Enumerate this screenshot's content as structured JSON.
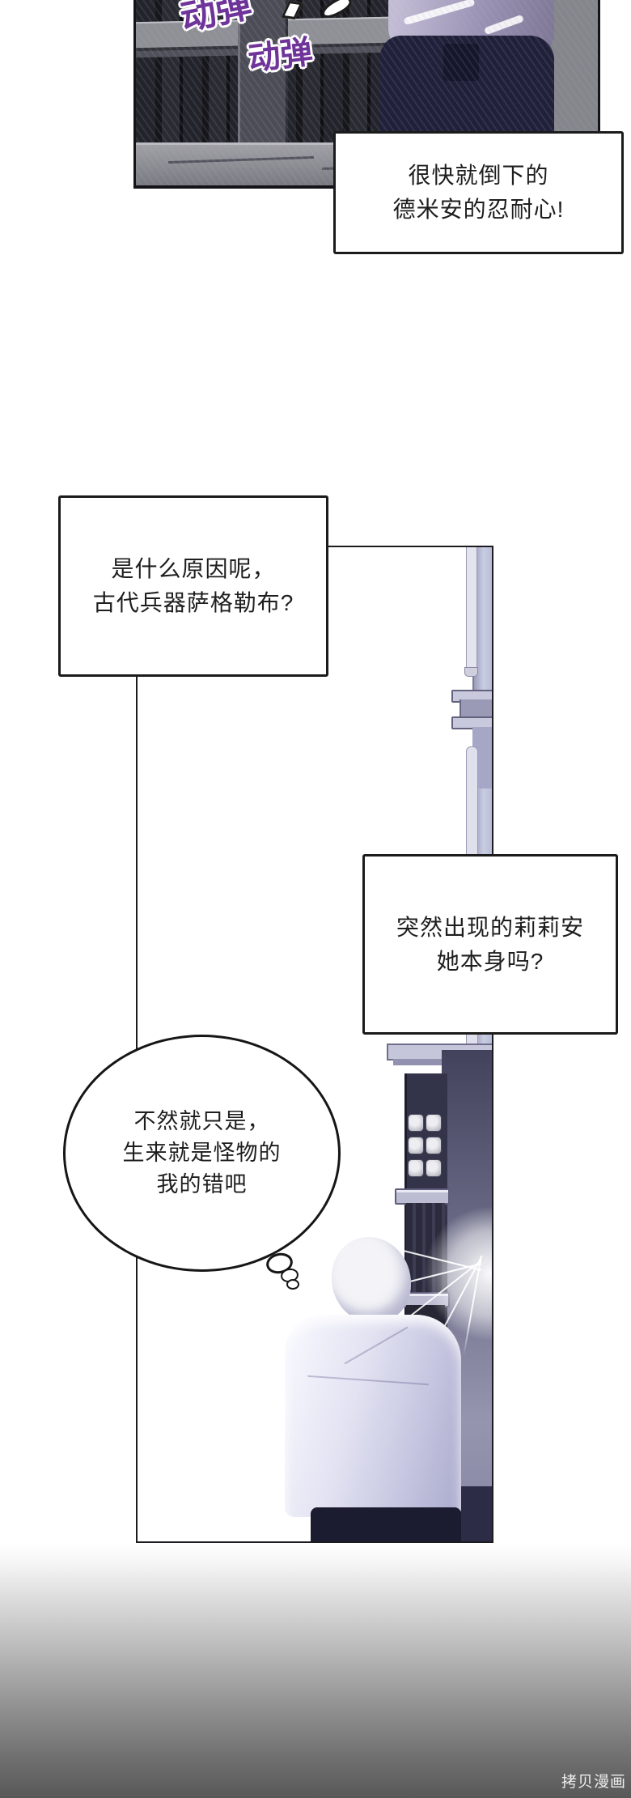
{
  "panel1": {
    "sfx": [
      {
        "text": "动弹"
      },
      {
        "text": "动弹"
      }
    ],
    "sfx_color": "#6f3499"
  },
  "speech_boxes": [
    {
      "lines": [
        "很快就倒下的",
        "德米安的忍耐心!"
      ]
    },
    {
      "lines": [
        "是什么原因呢，",
        "古代兵器萨格勒布?"
      ]
    },
    {
      "lines": [
        "突然出现的莉莉安",
        "她本身吗?"
      ]
    }
  ],
  "thought_bubble": {
    "lines": [
      "不然就只是，",
      "生来就是怪物的",
      "我的错吧"
    ]
  },
  "watermark": {
    "text": "拷贝漫画",
    "color": "#ededed"
  },
  "colors": {
    "panel_bg": "#17171b",
    "pillar_lavender": "#c9cde2",
    "figure_shirt": "#9a92b4",
    "figure_pants": "#20203a",
    "bottom_gradient_end": "#585858"
  }
}
